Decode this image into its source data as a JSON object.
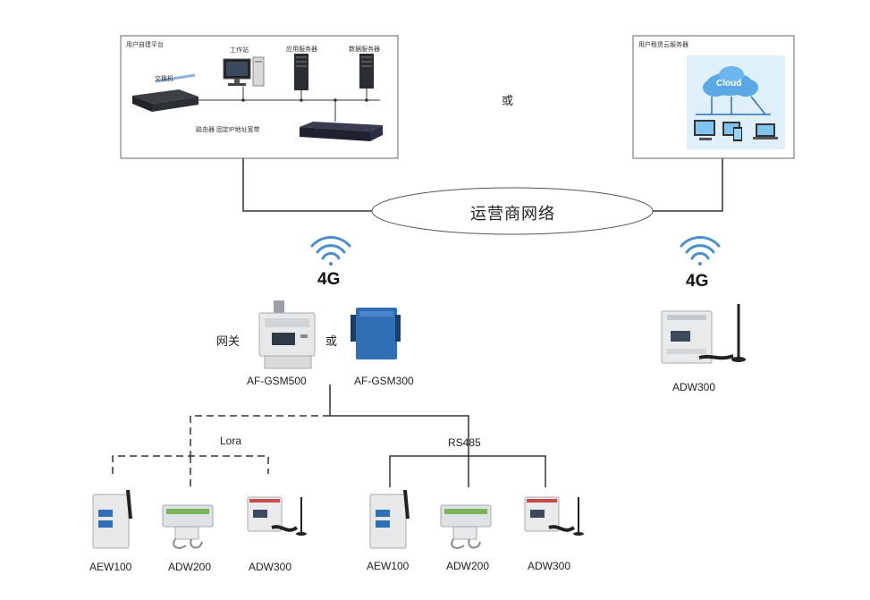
{
  "self_platform": {
    "title": "用户自建平台",
    "workstation": "工作站",
    "app_server": "应用服务器",
    "db_server": "数据服务器",
    "switch": "交换机",
    "router": "路由器 固定IP地址宽带"
  },
  "cloud_platform": {
    "title": "用户租赁云服务器",
    "cloud": "Cloud"
  },
  "or_top": "或",
  "network": "运营商网络",
  "signal_left": "4G",
  "signal_right": "4G",
  "gateway": {
    "label": "网关",
    "or": "或",
    "left_model": "AF-GSM500",
    "right_model": "AF-GSM300"
  },
  "standalone_device": "ADW300",
  "lora_group": {
    "bus": "Lora",
    "devices": [
      "AEW100",
      "ADW200",
      "ADW300"
    ]
  },
  "rs485_group": {
    "bus": "RS485",
    "devices": [
      "AEW100",
      "ADW200",
      "ADW300"
    ]
  },
  "colors": {
    "line": "#333333",
    "cloud": "#5aa9e6",
    "gateway_blue": "#2f6fb5",
    "device_gray": "#e4e6e8",
    "wifi": "#4a8fd1"
  }
}
